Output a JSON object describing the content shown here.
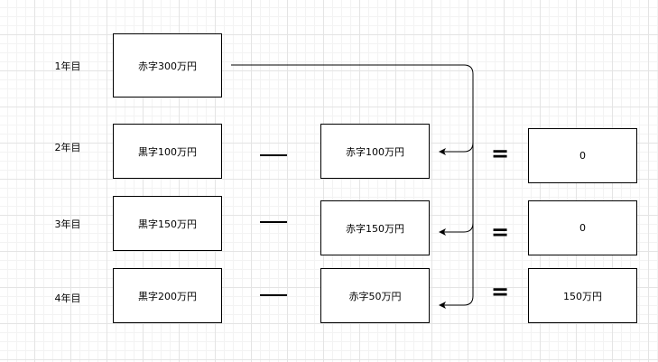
{
  "rows": [
    {
      "year": "1年目",
      "left": "赤字300万円"
    },
    {
      "year": "2年目",
      "left": "黒字100万円",
      "offset": "赤字100万円",
      "result": "0"
    },
    {
      "year": "3年目",
      "left": "黒字150万円",
      "offset": "赤字150万円",
      "result": "0"
    },
    {
      "year": "4年目",
      "left": "黒字200万円",
      "offset": "赤字50万円",
      "result": "150万円"
    }
  ],
  "operators": {
    "equals": "="
  }
}
